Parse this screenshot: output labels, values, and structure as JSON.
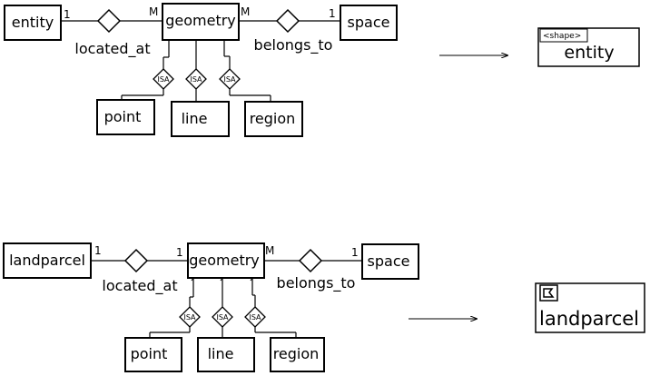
{
  "top": {
    "entity": "entity",
    "geometry": "geometry",
    "space": "space",
    "located_at": "located_at",
    "belongs_to": "belongs_to",
    "card_entity": "1",
    "card_geom_left": "M",
    "card_geom_right": "M",
    "card_space": "1",
    "isa": [
      "ISA",
      "ISA",
      "ISA"
    ],
    "subtypes": [
      "point",
      "line",
      "region"
    ],
    "result_tag": "<shape>",
    "result_label": "entity"
  },
  "bottom": {
    "entity": "landparcel",
    "geometry": "geometry",
    "space": "space",
    "located_at": "located_at",
    "belongs_to": "belongs_to",
    "card_entity": "1",
    "card_geom_left": "1",
    "card_geom_right": "M",
    "card_space": "1",
    "isa": [
      "ISA",
      "ISA",
      "ISA"
    ],
    "subtypes": [
      "point",
      "line",
      "region"
    ],
    "result_icon": "polygon-icon",
    "result_label": "landparcel"
  }
}
